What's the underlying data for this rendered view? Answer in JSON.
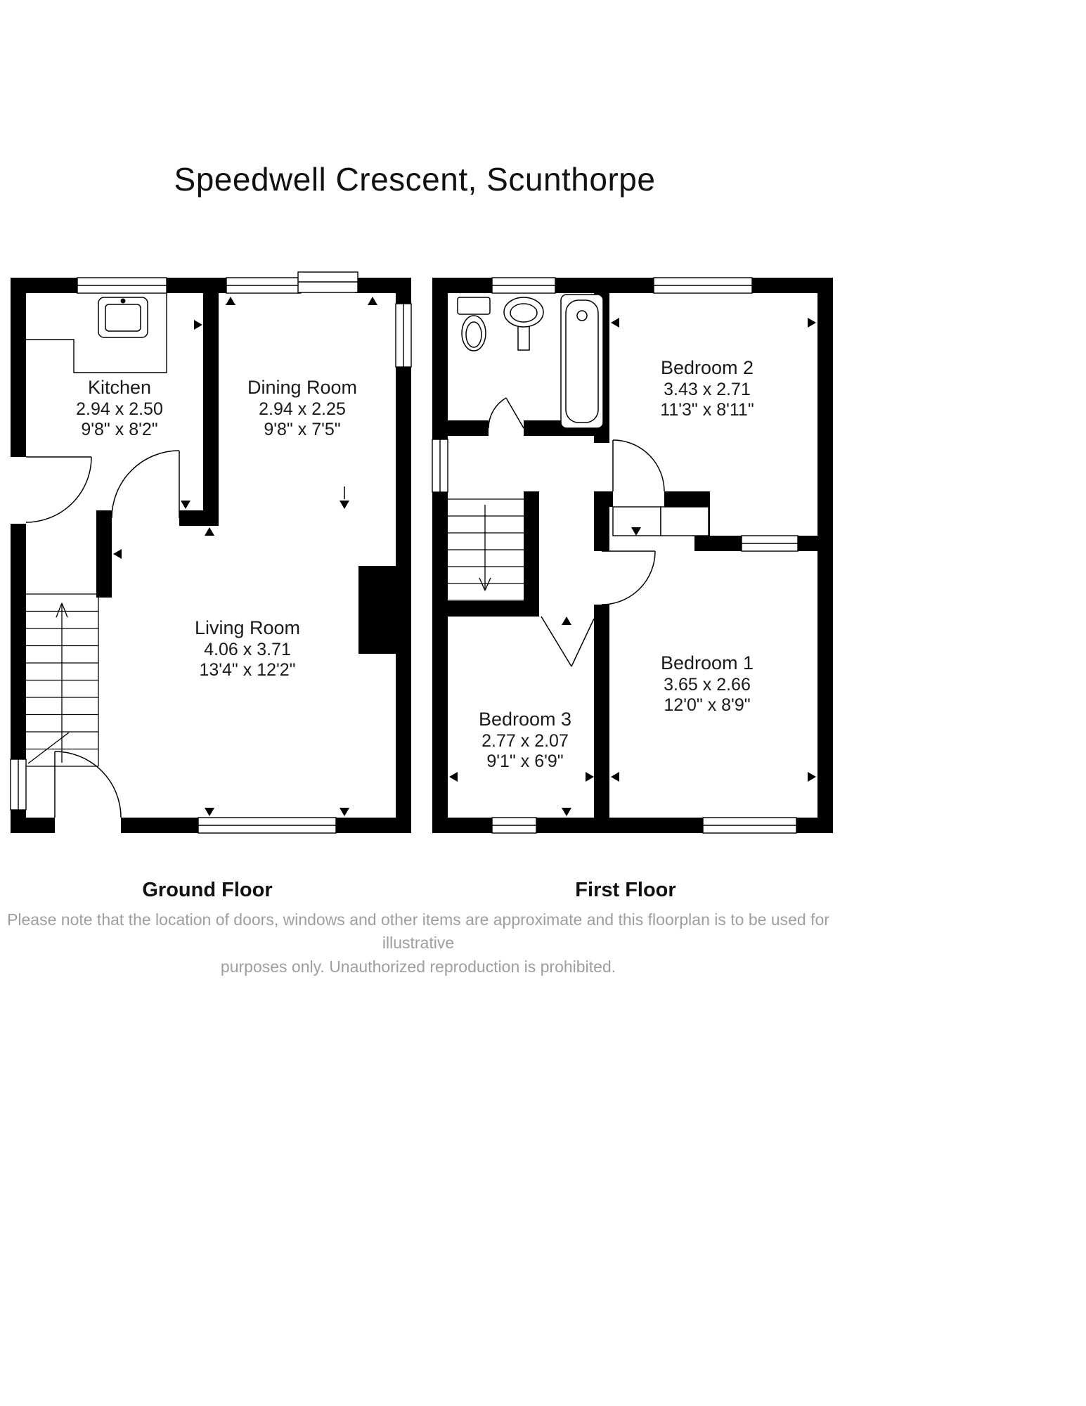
{
  "title": "Speedwell Crescent, Scunthorpe",
  "floors": [
    {
      "name": "Ground Floor",
      "rooms": [
        {
          "name": "Kitchen",
          "metric": "2.94 x 2.50",
          "imperial": "9'8\" x 8'2\""
        },
        {
          "name": "Dining Room",
          "metric": "2.94 x 2.25",
          "imperial": "9'8\" x 7'5\""
        },
        {
          "name": "Living Room",
          "metric": "4.06 x 3.71",
          "imperial": "13'4\" x 12'2\""
        }
      ],
      "fixtures": [
        "kitchen sink",
        "staircase up"
      ]
    },
    {
      "name": "First Floor",
      "rooms": [
        {
          "name": "Bedroom 2",
          "metric": "3.43 x 2.71",
          "imperial": "11'3\" x 8'11\""
        },
        {
          "name": "Bedroom 1",
          "metric": "3.65 x 2.66",
          "imperial": "12'0\" x 8'9\""
        },
        {
          "name": "Bedroom 3",
          "metric": "2.77 x 2.07",
          "imperial": "9'1\" x 6'9\""
        }
      ],
      "fixtures": [
        "toilet",
        "wash basin",
        "bathtub",
        "staircase down"
      ]
    }
  ],
  "footer": {
    "disclaimer_line1": "Please note that the location of doors, windows and other items are approximate and this floorplan is to be used for illustrative",
    "disclaimer_line2": "purposes only. Unauthorized reproduction is prohibited."
  },
  "colors": {
    "wall": "#000000",
    "disclaimer_text": "#9e9e9e"
  }
}
